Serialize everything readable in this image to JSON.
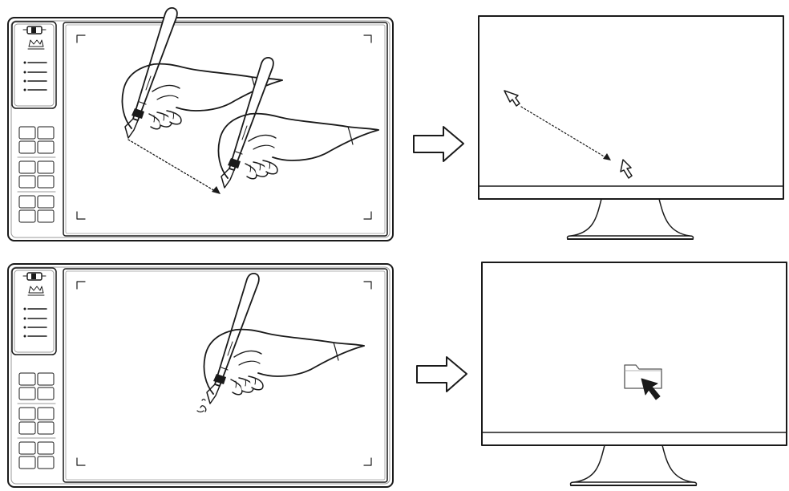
{
  "panels": [
    {
      "id": "top",
      "tablet_action": "pen-drag-from-point-to-point",
      "monitor_shows": "cursor-moves-along-path",
      "icons": [
        "pen-icon",
        "dotted-path-arrow-icon",
        "cursor-start-icon",
        "cursor-end-icon"
      ]
    },
    {
      "id": "bottom",
      "tablet_action": "pen-tap",
      "monitor_shows": "cursor-on-folder",
      "icons": [
        "pen-icon",
        "tap-mark-icon",
        "folder-icon",
        "arrow-cursor-icon"
      ]
    }
  ],
  "colors": {
    "stroke": "#1a1a1a",
    "light_stroke": "#9a9a9a",
    "fill": "#ffffff"
  }
}
